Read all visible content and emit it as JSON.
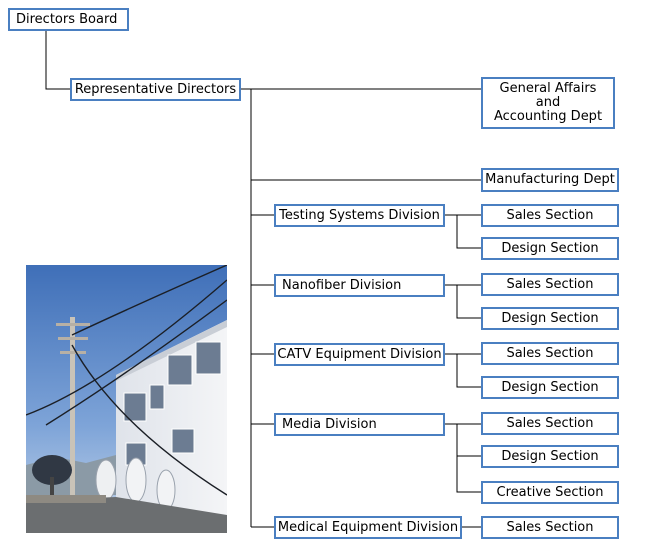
{
  "board": "Directors Board",
  "representative": "Representative Directors",
  "general_affairs": "General Affairs\nand\nAccounting Dept",
  "manufacturing": "Manufacturing Dept",
  "divisions": [
    {
      "name": "Testing Systems Division",
      "sections": [
        "Sales Section",
        "Design Section"
      ]
    },
    {
      "name": "Nanofiber Division",
      "sections": [
        "Sales Section",
        "Design Section"
      ]
    },
    {
      "name": "CATV Equipment Division",
      "sections": [
        "Sales Section",
        "Design Section"
      ]
    },
    {
      "name": "Media Division",
      "sections": [
        "Sales Section",
        "Design Section",
        "Creative Section"
      ]
    },
    {
      "name": "Medical Equipment Division",
      "sections": [
        "Sales Section"
      ]
    }
  ],
  "colors": {
    "box_border": "#4a7fc1",
    "line": "#000000",
    "sky": "#5b86c8"
  }
}
